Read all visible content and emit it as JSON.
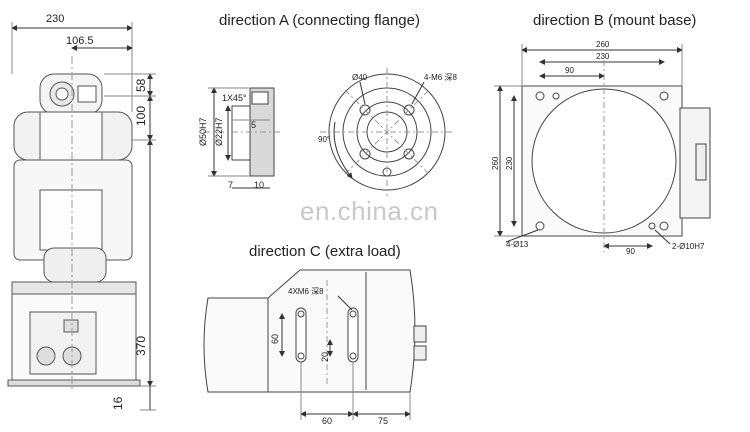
{
  "captions": {
    "direction_a": "direction A (connecting flange)",
    "direction_b": "direction B (mount base)",
    "direction_c": "direction C (extra load)"
  },
  "left_view": {
    "width_total": "230",
    "width_half": "106.5",
    "h1": "58",
    "h2": "100",
    "h3": "370",
    "h4": "16"
  },
  "flange": {
    "chamfer": "1X45°",
    "bore_outer": "Ø50H7",
    "bore_inner": "Ø22H7",
    "depth": "5",
    "shoulder": "7",
    "lip": "10",
    "bolt_circle": "Ø40",
    "threads": "4-M6 深8",
    "angle": "90°"
  },
  "base": {
    "w_outer": "260",
    "w_inner": "230",
    "w_part": "90",
    "h_outer": "260",
    "h_inner": "230",
    "holes": "4-Ø13",
    "pins": "2-Ø10H7",
    "pin_dist": "90"
  },
  "extra_load": {
    "threads": "4XM6 深8",
    "v_dim": "60",
    "v_small": "20",
    "h_dim1": "60",
    "h_dim2": "75"
  },
  "watermark": "en.china.cn"
}
